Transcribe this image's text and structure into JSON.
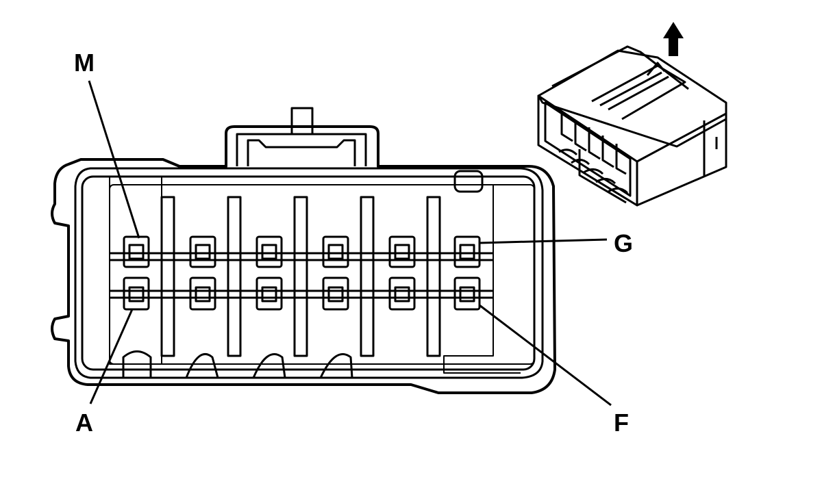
{
  "labels": {
    "m": "M",
    "a": "A",
    "g": "G",
    "f": "F"
  },
  "icons": {
    "orientation": "up-arrow-icon"
  }
}
